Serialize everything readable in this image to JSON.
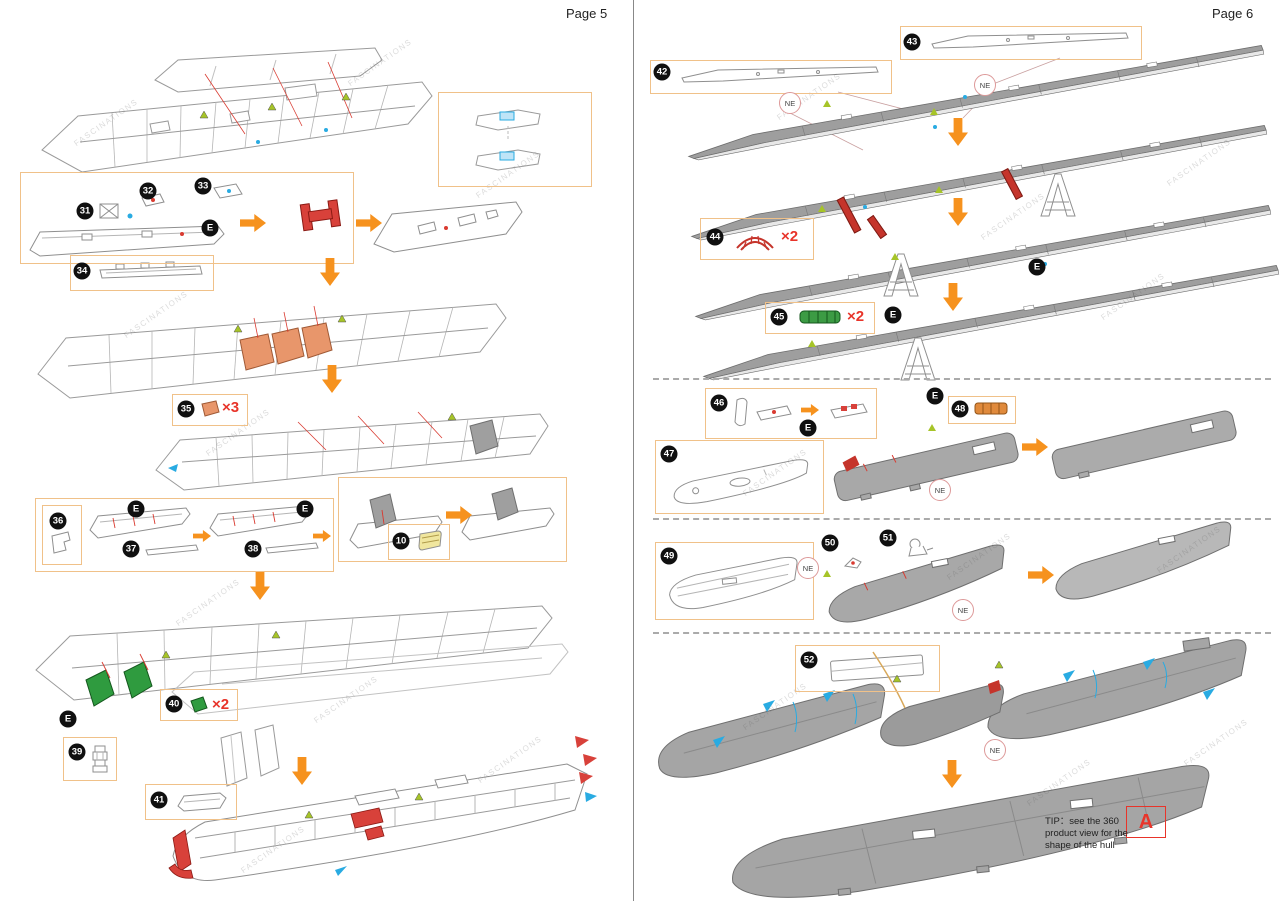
{
  "doc": {
    "left_page_label": "Page 5",
    "right_page_label": "Page 6",
    "watermark": "FASCINATIONS"
  },
  "badges": {
    "e": "E",
    "ne": "NE",
    "a": "A"
  },
  "steps": {
    "s10": "10",
    "s31": "31",
    "s32": "32",
    "s33": "33",
    "s34": "34",
    "s35": "35",
    "s36": "36",
    "s37": "37",
    "s38": "38",
    "s39": "39",
    "s40": "40",
    "s41": "41",
    "s42": "42",
    "s43": "43",
    "s44": "44",
    "s45": "45",
    "s46": "46",
    "s47": "47",
    "s48": "48",
    "s49": "49",
    "s50": "50",
    "s51": "51",
    "s52": "52"
  },
  "multipliers": {
    "x2": "×2",
    "x3": "×3"
  },
  "tip": {
    "line1": "TIP：see the 360",
    "line2": "product view for the",
    "line3": "shape of the hull"
  },
  "colors": {
    "arrow_orange": "#F6921E",
    "box_border": "#F0C189",
    "red_part": "#D8413A",
    "green_part": "#2F9B3F",
    "salmon_part": "#E8966B",
    "yellow_part": "#F0E69E",
    "gray_part": "#A8A8A8",
    "marker_green": "#A6C428",
    "marker_cyan": "#29ABE2",
    "tip_red": "#E8342A"
  }
}
